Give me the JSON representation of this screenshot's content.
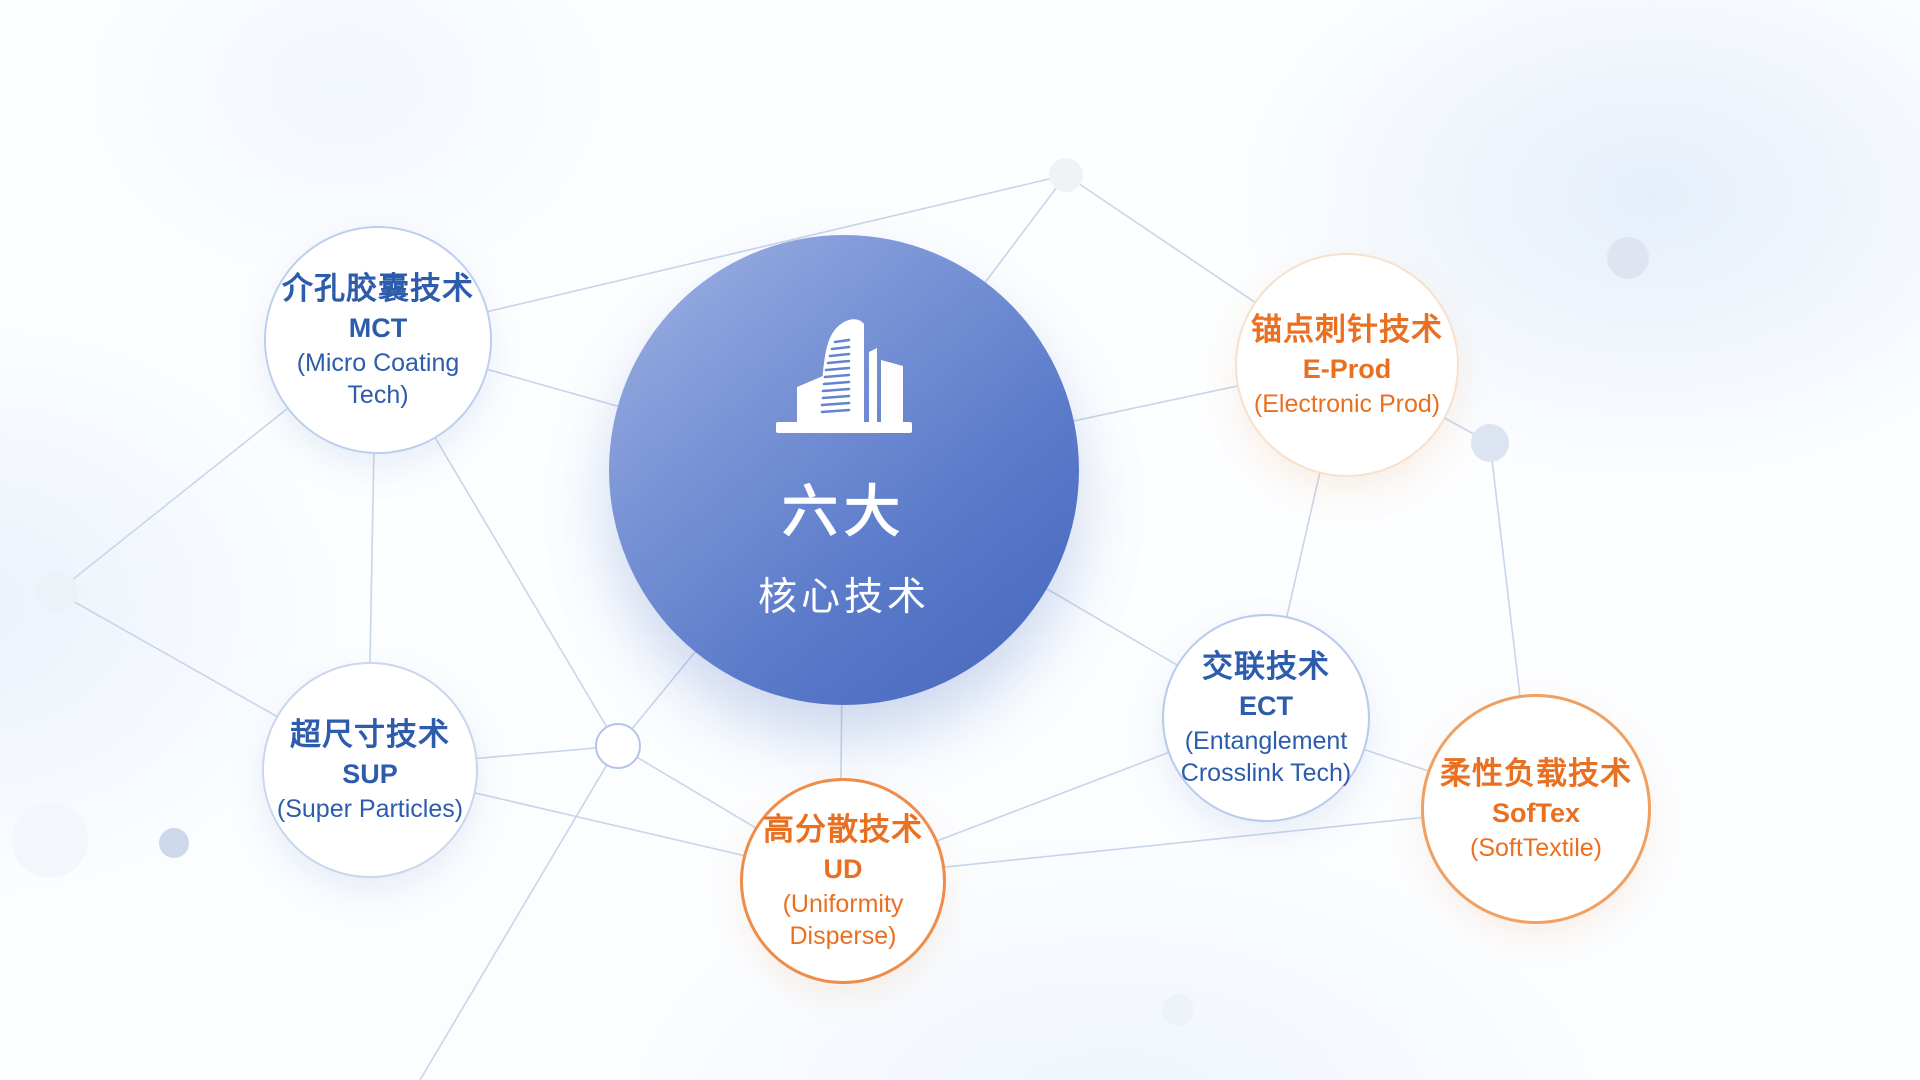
{
  "diagram_title": "六大核心技术",
  "center": {
    "line1": "六大",
    "line2": "核心技术",
    "icon": "building-icon"
  },
  "nodes": [
    {
      "id": "mct",
      "title": "介孔胶囊技术",
      "acronym": "MCT",
      "full": "(Micro Coating Tech)",
      "color": "blue"
    },
    {
      "id": "e-prod",
      "title": "锚点刺针技术",
      "acronym": "E-Prod",
      "full": "(Electronic Prod)",
      "color": "orange"
    },
    {
      "id": "sup",
      "title": "超尺寸技术",
      "acronym": "SUP",
      "full": "(Super Particles)",
      "color": "blue"
    },
    {
      "id": "ud",
      "title": "高分散技术",
      "acronym": "UD",
      "full": "(Uniformity Disperse)",
      "color": "orange"
    },
    {
      "id": "ect",
      "title": "交联技术",
      "acronym": "ECT",
      "full": "(Entanglement Crosslink Tech)",
      "color": "blue"
    },
    {
      "id": "softex",
      "title": "柔性负载技术",
      "acronym": "SofTex",
      "full": "(SoftTextile)",
      "color": "orange"
    }
  ],
  "palette": {
    "blue_text": "#2c5cab",
    "orange_text": "#ea7021",
    "connector_line": "#c8d5eb",
    "center_gradient_start": "#9fb3e3",
    "center_gradient_end": "#4465bc"
  }
}
